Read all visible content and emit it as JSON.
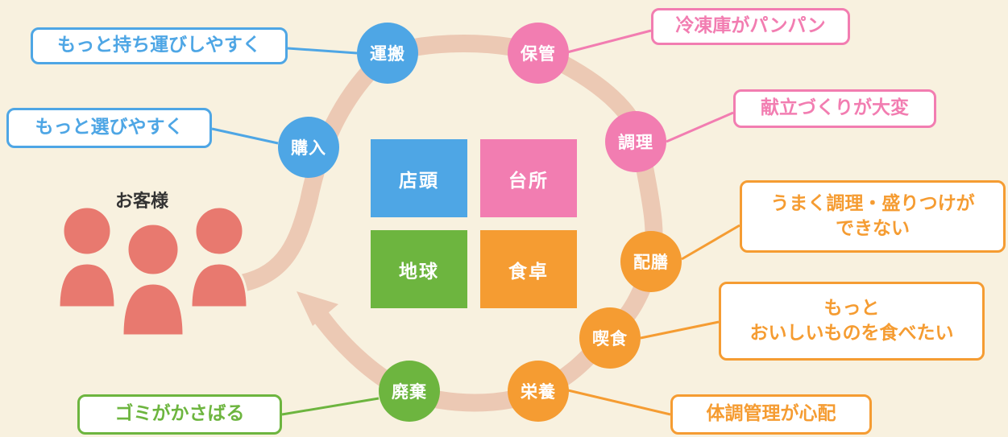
{
  "colors": {
    "background": "#f8f1df",
    "loop": "#ecc9b4",
    "blue": "#4ea6e5",
    "pink": "#f27db1",
    "orange": "#f59c32",
    "green": "#6db53f",
    "people": "#e8796f"
  },
  "customer_label": "お客様",
  "stages": {
    "purchase": "購入",
    "transport": "運搬",
    "storage": "保管",
    "cooking": "調理",
    "serving": "配膳",
    "eating": "喫食",
    "nutrition": "栄養",
    "disposal": "廃棄"
  },
  "quadrants": {
    "store": "店頭",
    "kitchen": "台所",
    "earth": "地球",
    "table": "食卓"
  },
  "callouts": {
    "easier_to_carry": "もっと持ち運びしやすく",
    "easier_to_choose": "もっと選びやすく",
    "freezer_full": "冷凍庫がパンパン",
    "menu_planning": "献立づくりが大変",
    "plating_line1": "うまく調理・盛りつけが",
    "plating_line2": "できない",
    "tastier_line1": "もっと",
    "tastier_line2": "おいしいものを食べたい",
    "health": "体調管理が心配",
    "garbage": "ゴミがかさばる"
  },
  "icons": [
    "customer-group-icon",
    "cycle-arrow-icon"
  ]
}
